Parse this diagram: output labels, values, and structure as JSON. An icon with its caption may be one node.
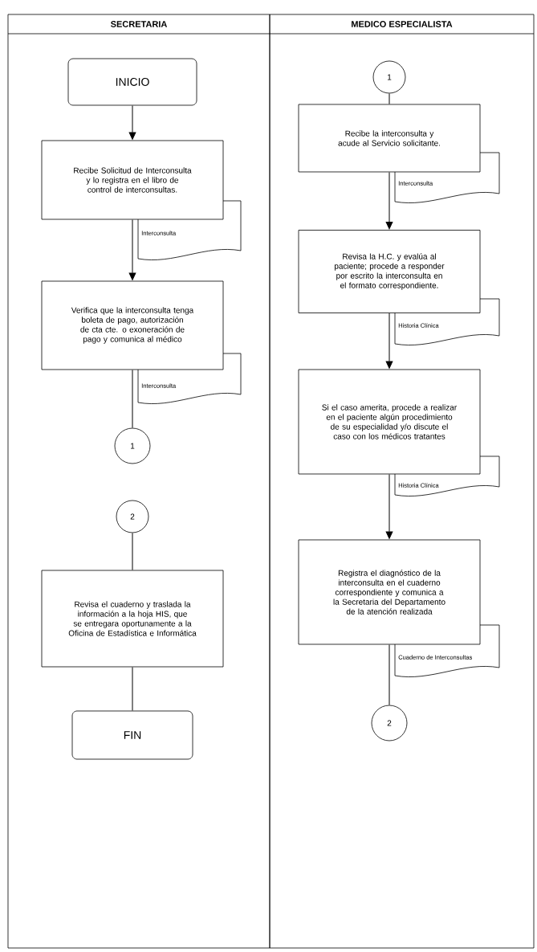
{
  "diagram": {
    "nodes": [
      {
        "text": [
          "SECRETARIA"
        ]
      },
      {
        "text": [
          "MEDICO ESPECIALISTA"
        ]
      },
      {
        "text": [
          "INICIO"
        ],
        "in": 0
      },
      {
        "text": [
          "Recibe Solicitud de Interconsulta y lo registra en el libro de control de interconsultas."
        ],
        "in": 0
      },
      {
        "text": [
          "Interconsulta"
        ],
        "in": 0
      },
      {
        "text": [
          "Verifica que la interconsulta tenga boleta de pago, autorización de cta cte. o exoneración de pago y comunica al médico"
        ],
        "in": 0
      },
      {
        "text": [
          "Interconsulta"
        ],
        "in": 0
      },
      {
        "text": [
          "1"
        ],
        "in": 0
      },
      {
        "text": [
          "2"
        ],
        "in": 0
      },
      {
        "text": [
          "Revisa el cuaderno y traslada la información a la hoja HIS, que se entregara oportunamente a la Oficina de Estadística e Informática"
        ],
        "in": 0
      },
      {
        "text": [
          "FIN"
        ],
        "in": 0
      },
      {
        "text": [
          "1"
        ],
        "in": 1
      },
      {
        "text": [
          "Recibe la interconsulta y acude al Servicio solicitante."
        ],
        "in": 1
      },
      {
        "text": [
          "Interconsulta"
        ],
        "in": 1
      },
      {
        "text": [
          "Revisa la H.C. y evalúa al paciente; procede a responder por escrito la interconsulta en el formato correspondiente."
        ],
        "in": 1
      },
      {
        "text": [
          "Historia Clínica"
        ],
        "in": 1
      },
      {
        "text": [
          "Si el caso amerita, procede a realizar en el paciente algún procedimiento de su especialidad y/o discute el caso con los médicos tratantes"
        ],
        "in": 1
      },
      {
        "text": [
          "Historia Clínica"
        ],
        "in": 1
      },
      {
        "text": [
          "Registra el diagnóstico de la interconsulta en el cuaderno correspondiente y comunica a la Secretaria del Departamento de la atención realizada"
        ],
        "in": 1
      },
      {
        "text": [
          "Cuaderno de Interconsultas"
        ],
        "in": 1
      },
      {
        "text": [
          "2"
        ],
        "in": 1
      }
    ],
    "edges": [
      {
        "from": 2,
        "to": 3,
        "arrow": "to"
      },
      {
        "from": 3,
        "to": 5,
        "arrow": "to"
      },
      {
        "from": 5,
        "to": 7,
        "arrow": "none"
      },
      {
        "from": 8,
        "to": 9,
        "arrow": "none"
      },
      {
        "from": 9,
        "to": 10,
        "arrow": "none"
      },
      {
        "from": 11,
        "to": 12,
        "arrow": "none"
      },
      {
        "from": 12,
        "to": 14,
        "arrow": "to"
      },
      {
        "from": 14,
        "to": 16,
        "arrow": "to"
      },
      {
        "from": 16,
        "to": 18,
        "arrow": "to"
      },
      {
        "from": 18,
        "to": 20,
        "arrow": "none"
      }
    ]
  }
}
